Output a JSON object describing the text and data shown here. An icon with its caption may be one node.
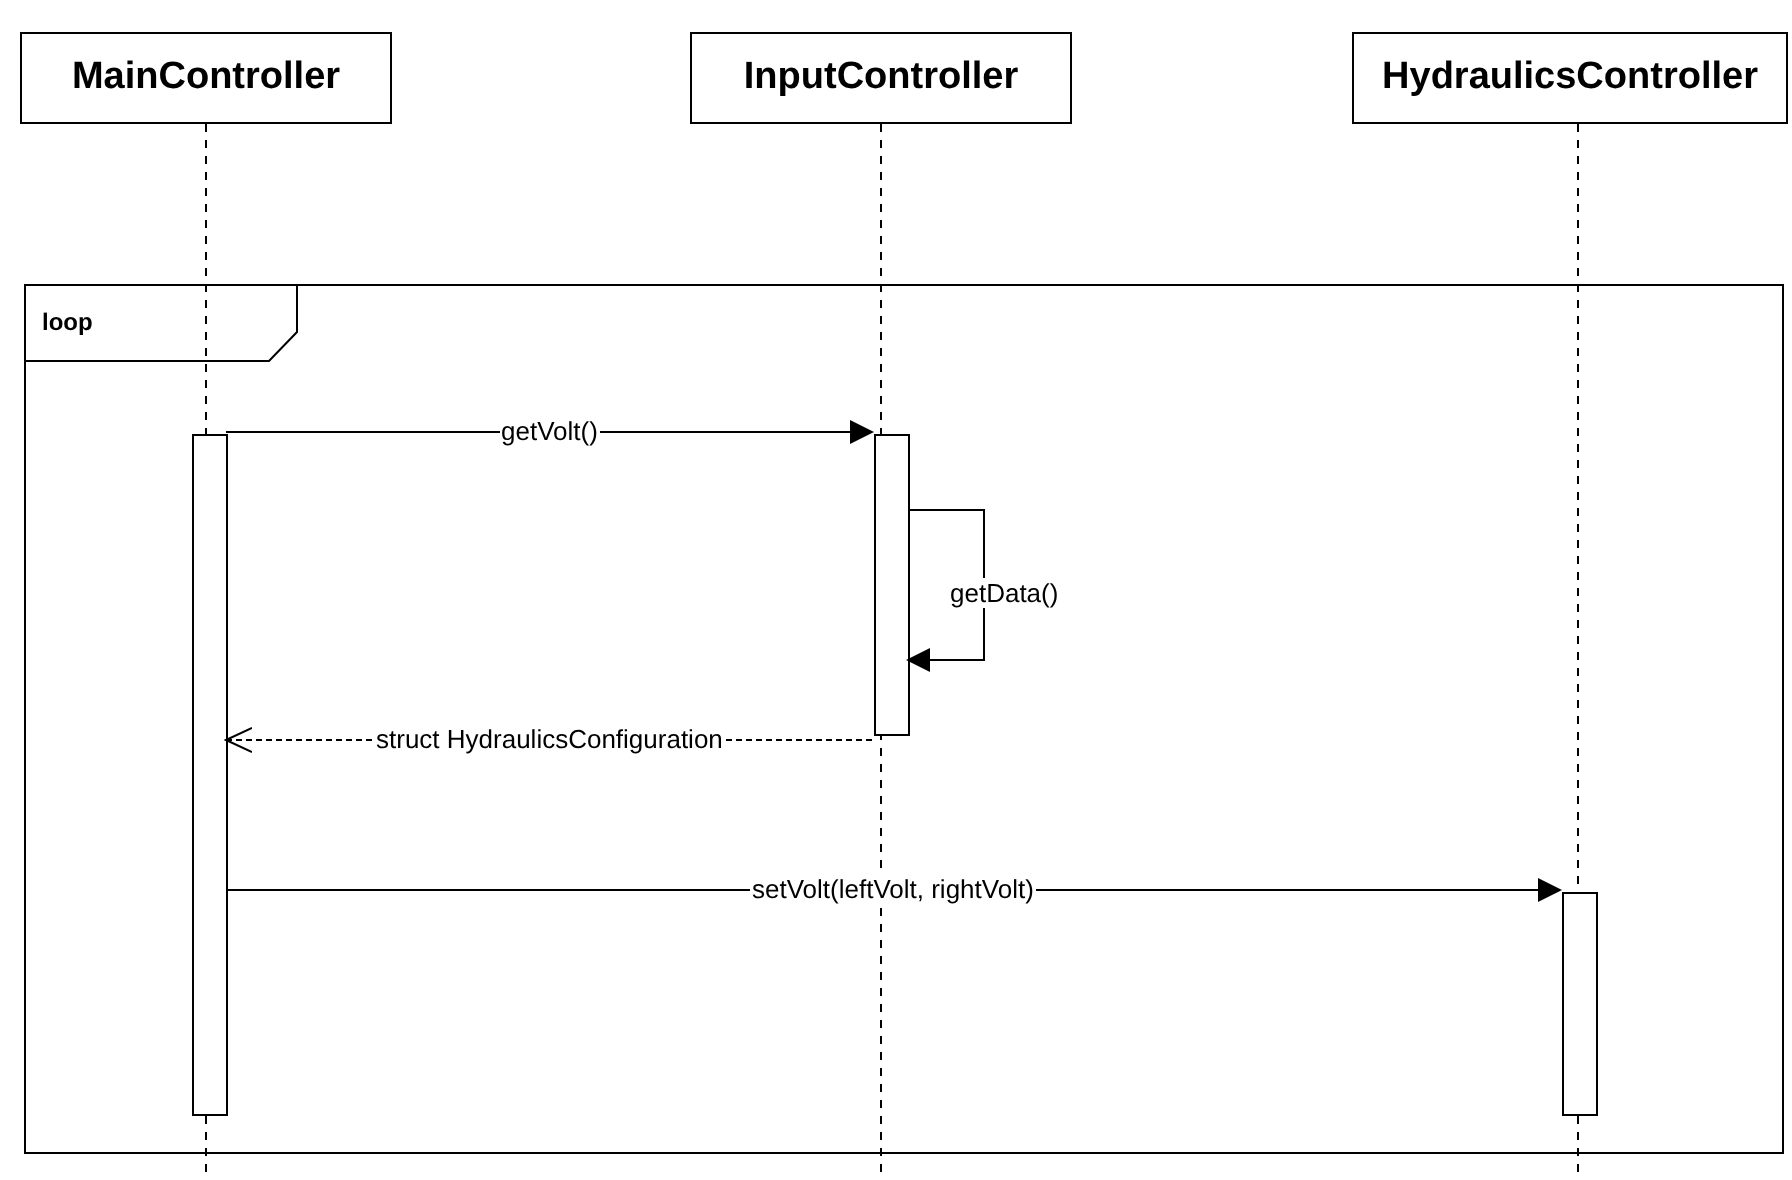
{
  "diagram": {
    "nodes": [
      {
        "text": [
          "MainController"
        ]
      },
      {
        "text": [
          "InputController"
        ]
      },
      {
        "text": [
          "HydraulicsController"
        ]
      },
      {
        "text": [
          "loop"
        ]
      },
      {
        "text": [],
        "shape": "bar",
        "in": 3
      },
      {
        "text": [],
        "shape": "bar",
        "in": 3
      },
      {
        "text": [],
        "shape": "bar",
        "in": 3
      }
    ],
    "edges": [
      {
        "from": 4,
        "to": 5,
        "arrow": "to",
        "label": "getVolt()"
      },
      {
        "from": 5,
        "to": 5,
        "arrow": "to",
        "label": "getData()"
      },
      {
        "from": 5,
        "to": 4,
        "arrow": "to",
        "label": "struct HydraulicsConfiguration",
        "style": "dashed"
      },
      {
        "from": 4,
        "to": 6,
        "arrow": "to",
        "label": "setVolt(leftVolt, rightVolt)"
      }
    ]
  }
}
